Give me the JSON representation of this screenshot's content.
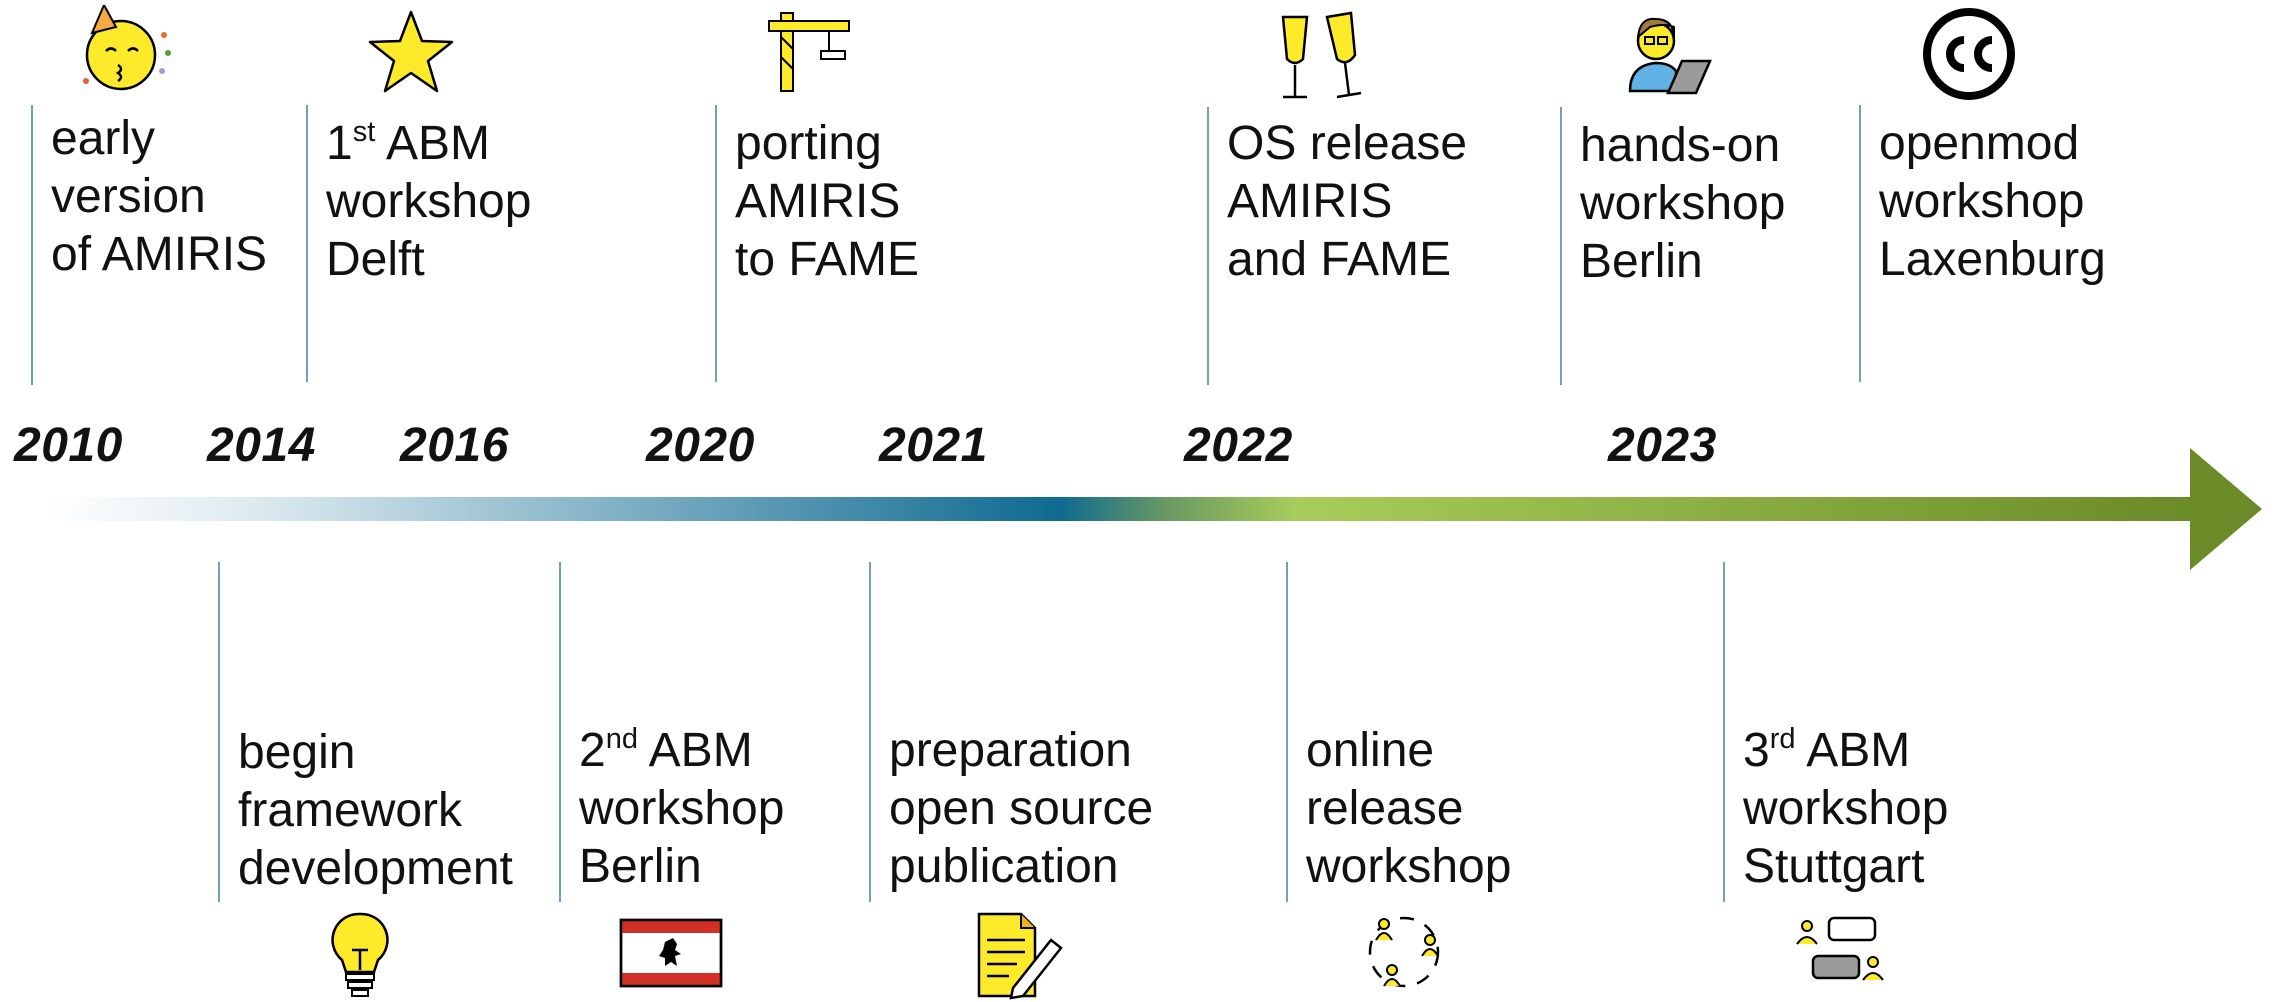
{
  "timeline": {
    "years": [
      "2010",
      "2014",
      "2016",
      "2020",
      "2021",
      "2022",
      "2023"
    ],
    "arrow_colors": {
      "start": "#ffffff",
      "mid": "#0f6a90",
      "green": "#a9cc5a",
      "end": "#6b8a28"
    }
  },
  "events_top": [
    {
      "lines": [
        "early",
        "version",
        "of AMIRIS"
      ],
      "icon": "party-face-icon"
    },
    {
      "lines": [
        "1",
        "st",
        " ABM",
        "workshop",
        "Delft"
      ],
      "icon": "star-icon"
    },
    {
      "lines": [
        "porting",
        "AMIRIS",
        "to FAME"
      ],
      "icon": "construction-crane-icon"
    },
    {
      "lines": [
        "OS release",
        "AMIRIS",
        "and FAME"
      ],
      "icon": "champagne-glasses-icon"
    },
    {
      "lines": [
        "hands-on",
        "workshop",
        "Berlin"
      ],
      "icon": "person-at-laptop-icon"
    },
    {
      "lines": [
        "openmod",
        "workshop",
        "Laxenburg"
      ],
      "icon": "creative-commons-icon"
    }
  ],
  "events_bottom": [
    {
      "lines": [
        "begin",
        "framework",
        "development"
      ],
      "icon": "light-bulb-icon"
    },
    {
      "lines": [
        "2",
        "nd",
        " ABM",
        "workshop",
        "Berlin"
      ],
      "icon": "berlin-flag-icon"
    },
    {
      "lines": [
        "preparation",
        "open source",
        "publication"
      ],
      "icon": "document-pencil-icon"
    },
    {
      "lines": [
        "online",
        "release",
        "workshop"
      ],
      "icon": "connected-people-icon"
    },
    {
      "lines": [
        "3",
        "rd",
        " ABM",
        "workshop",
        "Stuttgart"
      ],
      "icon": "people-discussion-icon"
    }
  ]
}
